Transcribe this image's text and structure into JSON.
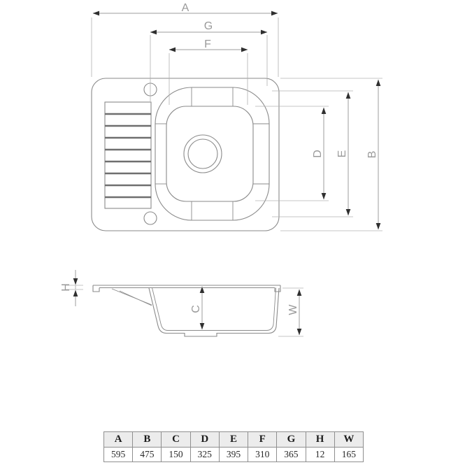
{
  "drawing": {
    "type": "sink technical drawing",
    "views": [
      "top view",
      "side section view"
    ]
  },
  "dimension_labels": {
    "A": "A",
    "G": "G",
    "F": "F",
    "D": "D",
    "E": "E",
    "B": "B",
    "H": "H",
    "C": "C",
    "W": "W"
  },
  "dimensions_table": {
    "headers": [
      "A",
      "B",
      "C",
      "D",
      "E",
      "F",
      "G",
      "H",
      "W"
    ],
    "values": [
      "595",
      "475",
      "150",
      "325",
      "395",
      "310",
      "365",
      "12",
      "165"
    ]
  },
  "colors": {
    "background": "#ffffff",
    "object_line": "#8a8a8a",
    "dimension_line": "#9c9c9c",
    "extension_line": "#b0b0b0",
    "arrowhead": "#2f2f2f",
    "drainer_ridge": "#6f6f6f",
    "table_border": "#8f8f8f",
    "table_header_bg": "#ececec",
    "table_text": "#1c1c1c"
  }
}
